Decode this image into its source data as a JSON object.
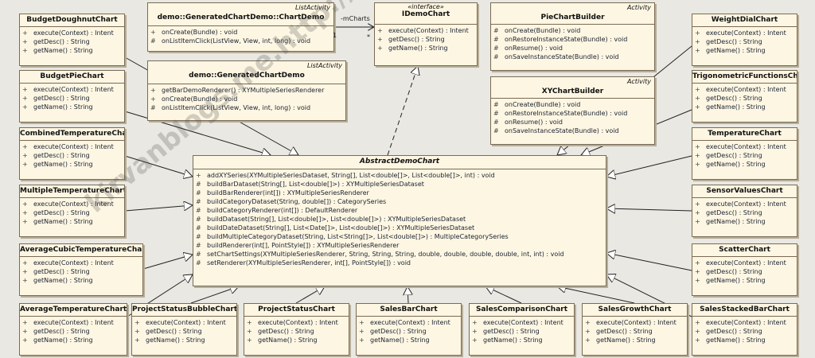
{
  "relation": {
    "role": "-mCharts",
    "mult_source": "1",
    "mult_target": "*"
  },
  "watermark": "kirvanblogs.me.http://blog",
  "classes": {
    "budgetDoughnut": {
      "name": "BudgetDoughnutChart",
      "ops": [
        [
          "+",
          "execute(Context) : Intent"
        ],
        [
          "+",
          "getDesc() : String"
        ],
        [
          "+",
          "getName() : String"
        ]
      ]
    },
    "budgetPie": {
      "name": "BudgetPieChart",
      "ops": [
        [
          "+",
          "execute(Context) : Intent"
        ],
        [
          "+",
          "getDesc() : String"
        ],
        [
          "+",
          "getName() : String"
        ]
      ]
    },
    "combinedTemp": {
      "name": "CombinedTemperatureChart",
      "ops": [
        [
          "+",
          "execute(Context) : Intent"
        ],
        [
          "+",
          "getDesc() : String"
        ],
        [
          "+",
          "getName() : String"
        ]
      ]
    },
    "multipleTemp": {
      "name": "MultipleTemperatureChart",
      "ops": [
        [
          "+",
          "execute(Context) : Intent"
        ],
        [
          "+",
          "getDesc() : String"
        ],
        [
          "+",
          "getName() : String"
        ]
      ]
    },
    "avgCubicTemp": {
      "name": "AverageCubicTemperatureChart",
      "ops": [
        [
          "+",
          "execute(Context) : Intent"
        ],
        [
          "+",
          "getDesc() : String"
        ],
        [
          "+",
          "getName() : String"
        ]
      ]
    },
    "avgTemp": {
      "name": "AverageTemperatureChart",
      "ops": [
        [
          "+",
          "execute(Context) : Intent"
        ],
        [
          "+",
          "getDesc() : String"
        ],
        [
          "+",
          "getName() : String"
        ]
      ]
    },
    "chartDemo": {
      "stereotype": "ListActivity",
      "name": "demo::GeneratedChartDemo::ChartDemo",
      "ops": [
        [
          "+",
          "onCreate(Bundle) : void"
        ],
        [
          "#",
          "onListItemClick(ListView, View, int, long) : void"
        ]
      ]
    },
    "generatedDemo": {
      "stereotype": "ListActivity",
      "name": "demo::GeneratedChartDemo",
      "ops": [
        [
          "+",
          "getBarDemoRenderer() : XYMultipleSeriesRenderer"
        ],
        [
          "+",
          "onCreate(Bundle) : void"
        ],
        [
          "#",
          "onListItemClick(ListView, View, int, long) : void"
        ]
      ]
    },
    "iDemoChart": {
      "stereotype": "«interface»",
      "name": "IDemoChart",
      "ops": [
        [
          "+",
          "execute(Context) : Intent"
        ],
        [
          "+",
          "getDesc() : String"
        ],
        [
          "+",
          "getName() : String"
        ]
      ]
    },
    "pieBuilder": {
      "stereotype": "Activity",
      "name": "PieChartBuilder",
      "ops": [
        [
          "#",
          "onCreate(Bundle) : void"
        ],
        [
          "#",
          "onRestoreInstanceState(Bundle) : void"
        ],
        [
          "#",
          "onResume() : void"
        ],
        [
          "#",
          "onSaveInstanceState(Bundle) : void"
        ]
      ]
    },
    "xyBuilder": {
      "stereotype": "Activity",
      "name": "XYChartBuilder",
      "ops": [
        [
          "#",
          "onCreate(Bundle) : void"
        ],
        [
          "#",
          "onRestoreInstanceState(Bundle) : void"
        ],
        [
          "#",
          "onResume() : void"
        ],
        [
          "#",
          "onSaveInstanceState(Bundle) : void"
        ]
      ]
    },
    "weightDial": {
      "name": "WeightDialChart",
      "ops": [
        [
          "+",
          "execute(Context) : Intent"
        ],
        [
          "+",
          "getDesc() : String"
        ],
        [
          "+",
          "getName() : String"
        ]
      ]
    },
    "trig": {
      "name": "TrigonometricFunctionsChart",
      "ops": [
        [
          "+",
          "execute(Context) : Intent"
        ],
        [
          "+",
          "getDesc() : String"
        ],
        [
          "+",
          "getName() : String"
        ]
      ]
    },
    "temperature": {
      "name": "TemperatureChart",
      "ops": [
        [
          "+",
          "execute(Context) : Intent"
        ],
        [
          "+",
          "getDesc() : String"
        ],
        [
          "+",
          "getName() : String"
        ]
      ]
    },
    "sensor": {
      "name": "SensorValuesChart",
      "ops": [
        [
          "+",
          "execute(Context) : Intent"
        ],
        [
          "+",
          "getDesc() : String"
        ],
        [
          "+",
          "getName() : String"
        ]
      ]
    },
    "scatter": {
      "name": "ScatterChart",
      "ops": [
        [
          "+",
          "execute(Context) : Intent"
        ],
        [
          "+",
          "getDesc() : String"
        ],
        [
          "+",
          "getName() : String"
        ]
      ]
    },
    "salesStacked": {
      "name": "SalesStackedBarChart",
      "ops": [
        [
          "+",
          "execute(Context) : Intent"
        ],
        [
          "+",
          "getDesc() : String"
        ],
        [
          "+",
          "getName() : String"
        ]
      ]
    },
    "projBubble": {
      "name": "ProjectStatusBubbleChart",
      "ops": [
        [
          "+",
          "execute(Context) : Intent"
        ],
        [
          "+",
          "getDesc() : String"
        ],
        [
          "+",
          "getName() : String"
        ]
      ]
    },
    "projStatus": {
      "name": "ProjectStatusChart",
      "ops": [
        [
          "+",
          "execute(Context) : Intent"
        ],
        [
          "+",
          "getDesc() : String"
        ],
        [
          "+",
          "getName() : String"
        ]
      ]
    },
    "salesBar": {
      "name": "SalesBarChart",
      "ops": [
        [
          "+",
          "execute(Context) : Intent"
        ],
        [
          "+",
          "getDesc() : String"
        ],
        [
          "+",
          "getName() : String"
        ]
      ]
    },
    "salesComp": {
      "name": "SalesComparisonChart",
      "ops": [
        [
          "+",
          "execute(Context) : Intent"
        ],
        [
          "+",
          "getDesc() : String"
        ],
        [
          "+",
          "getName() : String"
        ]
      ]
    },
    "salesGrowth": {
      "name": "SalesGrowthChart",
      "ops": [
        [
          "+",
          "execute(Context) : Intent"
        ],
        [
          "+",
          "getDesc() : String"
        ],
        [
          "+",
          "getName() : String"
        ]
      ]
    },
    "abstractDemo": {
      "name": "AbstractDemoChart",
      "ops": [
        [
          "+",
          "addXYSeries(XYMultipleSeriesDataset, String[], List<double[]>, List<double[]>, int) : void"
        ],
        [
          "#",
          "buildBarDataset(String[], List<double[]>) : XYMultipleSeriesDataset"
        ],
        [
          "#",
          "buildBarRenderer(int[]) : XYMultipleSeriesRenderer"
        ],
        [
          "#",
          "buildCategoryDataset(String, double[]) : CategorySeries"
        ],
        [
          "#",
          "buildCategoryRenderer(int[]) : DefaultRenderer"
        ],
        [
          "#",
          "buildDataset(String[], List<double[]>, List<double[]>) : XYMultipleSeriesDataset"
        ],
        [
          "#",
          "buildDateDataset(String[], List<Date[]>, List<double[]>) : XYMultipleSeriesDataset"
        ],
        [
          "#",
          "buildMultipleCategoryDataset(String, List<String[]>, List<double[]>) : MultipleCategorySeries"
        ],
        [
          "#",
          "buildRenderer(int[], PointStyle[]) : XYMultipleSeriesRenderer"
        ],
        [
          "#",
          "setChartSettings(XYMultipleSeriesRenderer, String, String, String, double, double, double, double, int, int) : void"
        ],
        [
          "#",
          "setRenderer(XYMultipleSeriesRenderer, int[], PointStyle[]) : void"
        ]
      ]
    }
  }
}
